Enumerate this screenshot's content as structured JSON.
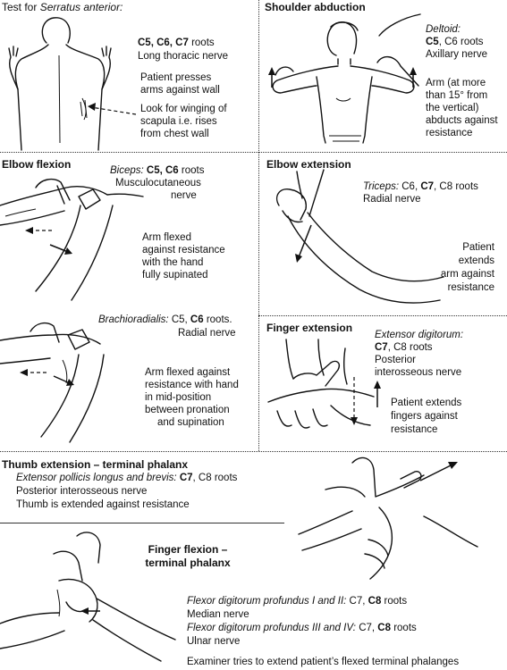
{
  "serratus": {
    "title_pre": "Test for ",
    "title_muscle": "Serratus anterior:",
    "roots_bold": "C5, C6, C7",
    "roots_rest": " roots",
    "nerve": "Long thoracic nerve",
    "action_1": "Patient presses",
    "action_2": "arms against wall",
    "look_1": "Look for winging of",
    "look_2": "scapula i.e. rises",
    "look_3": "from chest wall"
  },
  "abduction": {
    "title": "Shoulder abduction",
    "muscle": "Deltoid:",
    "roots_bold": "C5",
    "roots_rest": ", C6 roots",
    "nerve": "Axillary nerve",
    "a1": "Arm (at more",
    "a2": "than 15° from",
    "a3": "the vertical)",
    "a4": "abducts against",
    "a5": "resistance"
  },
  "elbow_flexion": {
    "title": "Elbow flexion",
    "biceps_muscle": "Biceps:",
    "biceps_roots_bold": " C5, C6",
    "biceps_roots_rest": " roots",
    "biceps_nerve_1": "Musculocutaneous",
    "biceps_nerve_2": "nerve",
    "b1": "Arm flexed",
    "b2": "against resistance",
    "b3": "with the hand",
    "b4": "fully supinated",
    "br_muscle": "Brachioradialis:",
    "br_roots_a": " C5, ",
    "br_roots_bold": "C6",
    "br_roots_b": " roots.",
    "br_nerve": "Radial nerve",
    "c1": "Arm flexed against",
    "c2": "resistance with hand",
    "c3": "in mid-position",
    "c4": "between pronation",
    "c5": "and supination"
  },
  "elbow_extension": {
    "title": "Elbow extension",
    "muscle": "Triceps:",
    "roots_a": " C6, ",
    "roots_bold": "C7",
    "roots_b": ", C8 roots",
    "nerve": "Radial nerve",
    "p1": "Patient",
    "p2": "extends",
    "p3": "arm against",
    "p4": "resistance"
  },
  "finger_extension": {
    "title": "Finger extension",
    "muscle": "Extensor digitorum:",
    "roots_bold": "C7",
    "roots_rest": ", C8 roots",
    "nerve_1": "Posterior",
    "nerve_2": "interosseous nerve",
    "p1": "Patient extends",
    "p2": "fingers against",
    "p3": "resistance"
  },
  "thumb": {
    "title": "Thumb extension – terminal phalanx",
    "muscle": "Extensor pollicis longus and brevis:",
    "roots_bold": " C7",
    "roots_rest": ", C8 roots",
    "nerve": "Posterior interosseous nerve",
    "action": "Thumb is extended against resistance"
  },
  "finger_flexion": {
    "title_1": "Finger flexion –",
    "title_2": "terminal phalanx",
    "m1": "Flexor digitorum profundus I and II:",
    "m1_roots_a": " C7, ",
    "m1_roots_bold": "C8",
    "m1_roots_b": " roots",
    "n1": "Median nerve",
    "m2": "Flexor digitorum profundus III and IV:",
    "m2_roots_a": " C7, ",
    "m2_roots_bold": "C8",
    "m2_roots_b": " roots",
    "n2": "Ulnar nerve",
    "footer": "Examiner tries to extend patient’s flexed terminal phalanges"
  }
}
